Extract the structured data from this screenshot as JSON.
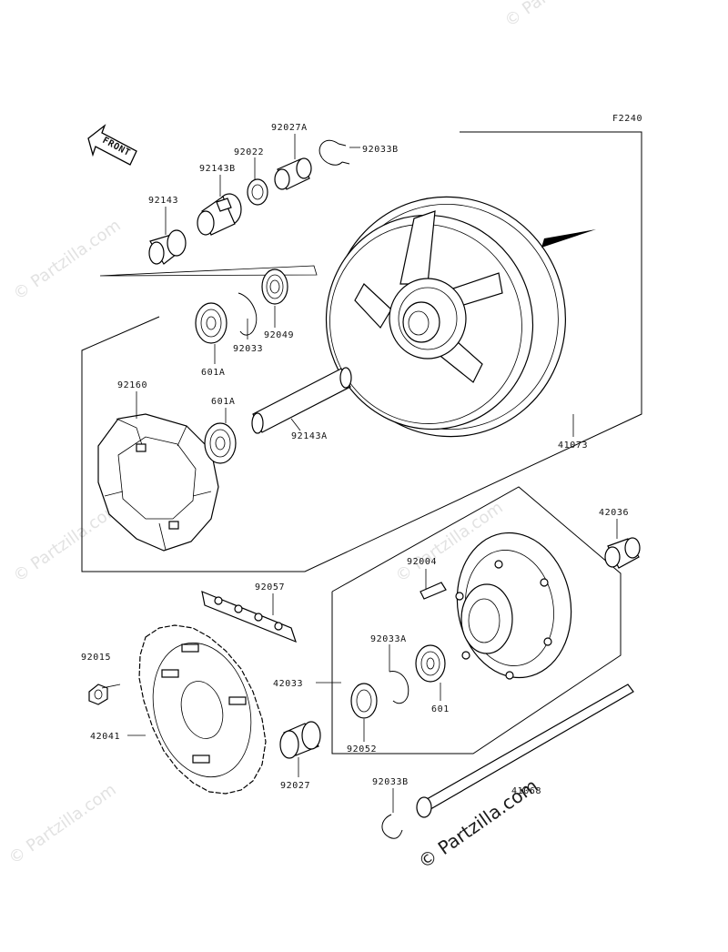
{
  "figure_code": "F2240",
  "front_label": "FRONT",
  "watermark": "© Partzilla.com",
  "labels": {
    "p92027A": "92027A",
    "p92033B_top": "92033B",
    "p92022": "92022",
    "p92143B": "92143B",
    "p92143": "92143",
    "p92033": "92033",
    "p92049": "92049",
    "p601A_top": "601A",
    "p92160": "92160",
    "p601A": "601A",
    "p92143A": "92143A",
    "p41073": "41073",
    "p42036": "42036",
    "p92004": "92004",
    "p92057": "92057",
    "p92033A": "92033A",
    "p92015": "92015",
    "p42033": "42033",
    "p601": "601",
    "p42041": "42041",
    "p92052": "92052",
    "p92027": "92027",
    "p92033B_bottom": "92033B",
    "p41068": "41068"
  }
}
